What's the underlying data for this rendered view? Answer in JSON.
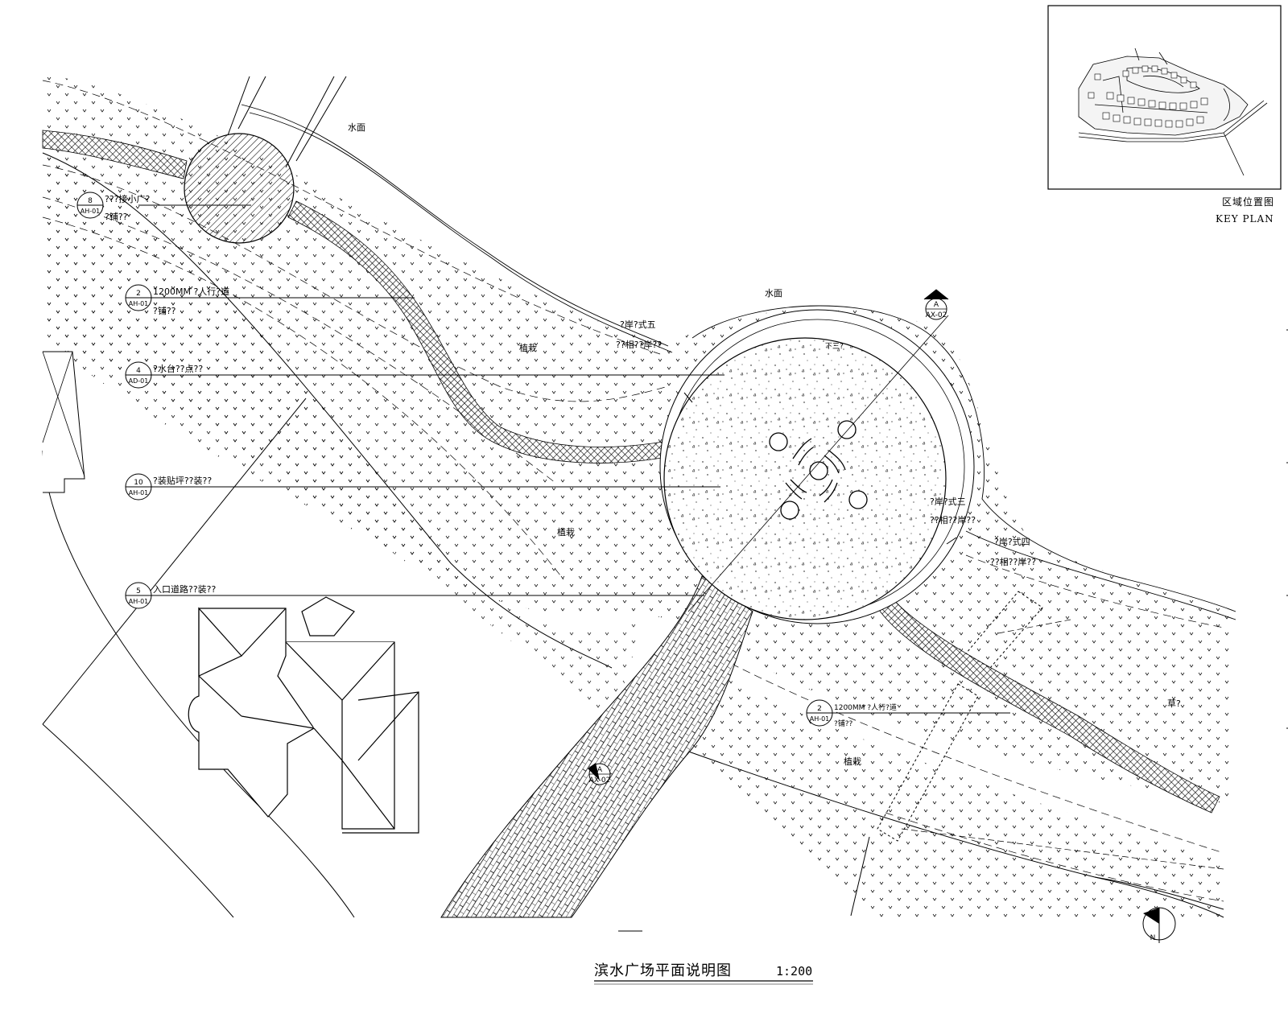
{
  "title": {
    "main": "滨水广场平面说明图",
    "scale": "1:200"
  },
  "key_plan": {
    "label_cn": "区域位置图",
    "label_en": "KEY PLAN"
  },
  "area_labels": {
    "water_top": "水面",
    "water_mid": "水面",
    "planting_1": "植栽",
    "planting_2": "植栽",
    "planting_3": "植栽",
    "grass": "草?",
    "plaza_step": "下三?"
  },
  "callouts": [
    {
      "num": "8",
      "sheet": "AH-01",
      "line1": "???接小广?",
      "line2": "?铺??"
    },
    {
      "num": "2",
      "sheet": "AH-01",
      "line1": "1200MM ?人行?道",
      "line2": "?铺??"
    },
    {
      "num": "4",
      "sheet": "AD-01",
      "line1": "?水台??点??",
      "line2": ""
    },
    {
      "num": "10",
      "sheet": "AH-01",
      "line1": "?装贴坪??装??",
      "line2": ""
    },
    {
      "num": "5",
      "sheet": "AH-01",
      "line1": "入口道路??装??",
      "line2": ""
    },
    {
      "num": "2",
      "sheet": "AH-01",
      "line1": "1200MM ?人行?道",
      "line2": "?铺??"
    }
  ],
  "bank_notes": {
    "type5_a": "?岸?式五",
    "type5_b": "??相??岸??",
    "type3_a": "?岸?式三",
    "type3_b": "??相??岸??",
    "type4_a": "?岸?式四",
    "type4_b": "??相??岸??"
  },
  "section_marks": [
    {
      "letter": "A",
      "sheet": "AX-02"
    },
    {
      "letter": "A",
      "sheet": "AX-02"
    }
  ],
  "north_mark": "N"
}
